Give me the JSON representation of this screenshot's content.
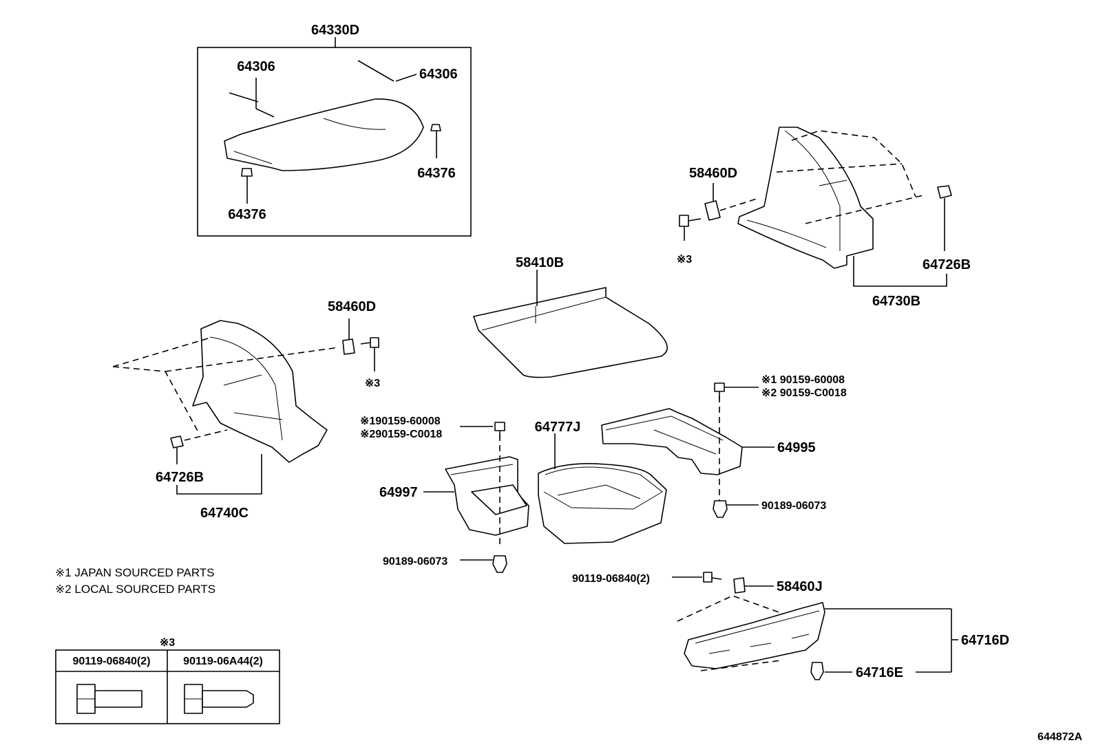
{
  "labels": {
    "tray_assy": "64330D",
    "tray_wire_l": "64306",
    "tray_wire_r": "64306",
    "tray_clip_r": "64376",
    "tray_clip_l": "64376",
    "clip_58460D_r": "58460D",
    "clip_58460D_l": "58460D",
    "ref3": "※3",
    "clip_64726B": "64726B",
    "trim_right": "64730B",
    "trim_left": "64740C",
    "floor_mat": "58410B",
    "screw_ref1_l": "※190159-60008",
    "screw_ref2_l": "※290159-C0018",
    "screw_ref1_r": "※1 90159-60008",
    "screw_ref2_r": "※2 90159-C0018",
    "box_left": "64997",
    "box_center": "64777J",
    "box_right": "64995",
    "clip_90189": "90189-06073",
    "bolt_90119": "90119-06840(2)",
    "clip_58460J": "58460J",
    "trim_bottom": "64716D",
    "clip_64716E": "64716E"
  },
  "notes": [
    "※1 JAPAN SOURCED PARTS",
    "※2 LOCAL SOURCED PARTS"
  ],
  "table": {
    "cols": [
      "90119-06840(2)",
      "90119-06A44(2)"
    ]
  },
  "diagram_code": "644872A"
}
